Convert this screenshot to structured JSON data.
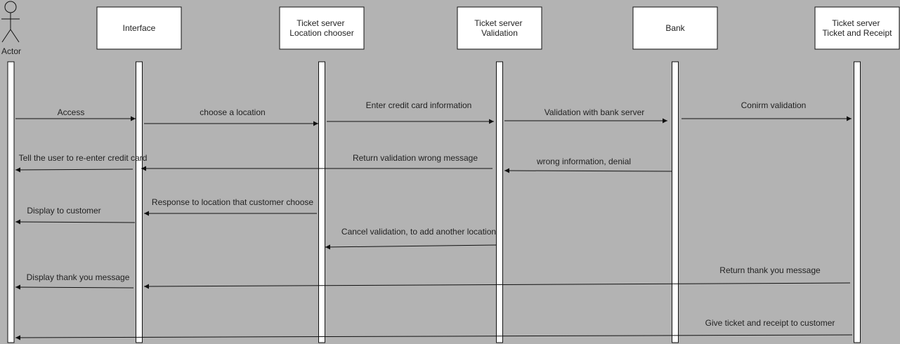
{
  "actor": {
    "label": "Actor"
  },
  "participants": [
    {
      "id": "interface",
      "lines": [
        "Interface"
      ]
    },
    {
      "id": "location",
      "lines": [
        "Ticket server",
        "Location chooser"
      ]
    },
    {
      "id": "validation",
      "lines": [
        "Ticket server",
        "Validation"
      ]
    },
    {
      "id": "bank",
      "lines": [
        "Bank"
      ]
    },
    {
      "id": "ticket",
      "lines": [
        "Ticket server",
        "Ticket and Receipt"
      ]
    }
  ],
  "messages": [
    {
      "from": "actor",
      "to": "interface",
      "label": "Access"
    },
    {
      "from": "interface",
      "to": "location",
      "label": "choose a location"
    },
    {
      "from": "location",
      "to": "validation",
      "label": "Enter credit card information"
    },
    {
      "from": "validation",
      "to": "bank",
      "label": "Validation with bank server"
    },
    {
      "from": "bank",
      "to": "ticket",
      "label": "Conirm validation"
    },
    {
      "from": "interface",
      "to": "actor",
      "label": "Tell the user to re-enter credit card"
    },
    {
      "from": "validation",
      "to": "interface",
      "label": "Return validation wrong message"
    },
    {
      "from": "bank",
      "to": "validation",
      "label": "wrong information, denial"
    },
    {
      "from": "location",
      "to": "interface",
      "label": "Response to location that customer choose"
    },
    {
      "from": "interface",
      "to": "actor",
      "label": "Display to customer"
    },
    {
      "from": "validation",
      "to": "location",
      "label": "Cancel validation, to add another location"
    },
    {
      "from": "ticket",
      "to": "interface",
      "label": "Return thank you message"
    },
    {
      "from": "interface",
      "to": "actor",
      "label": "Display thank you message"
    },
    {
      "from": "ticket",
      "to": "actor",
      "label": "Give ticket and receipt to customer"
    }
  ]
}
